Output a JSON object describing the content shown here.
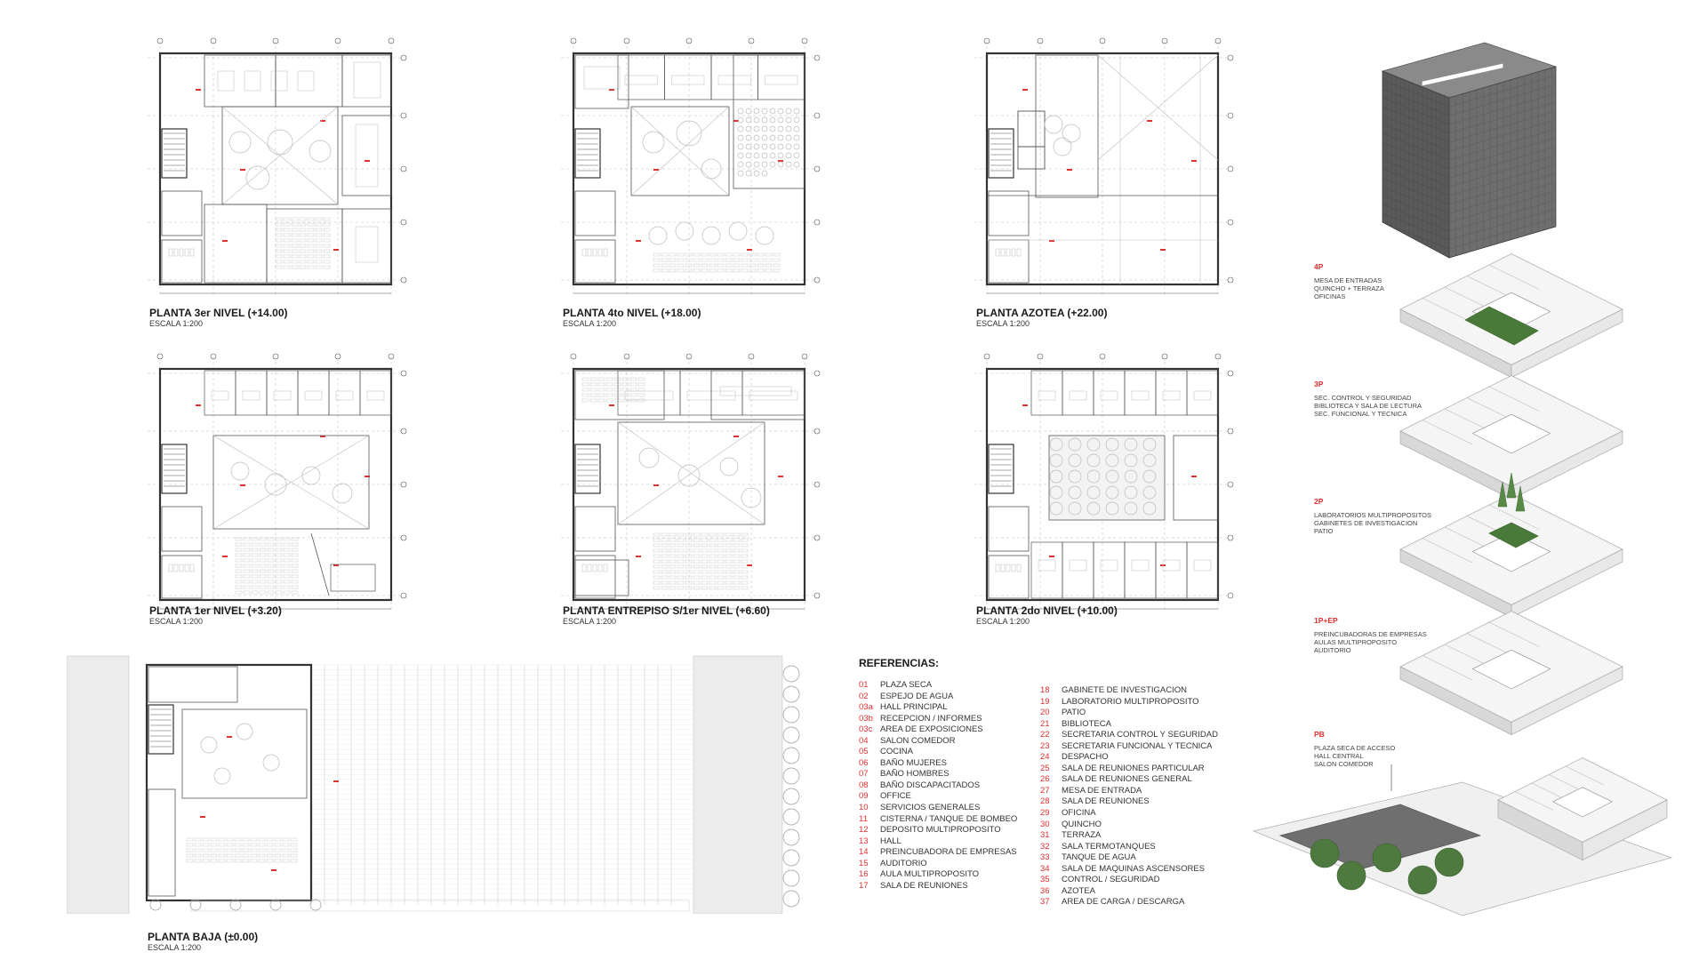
{
  "plans": [
    {
      "id": "p3",
      "title": "PLANTA 3er NIVEL (+14.00)",
      "scale": "ESCALA 1:200"
    },
    {
      "id": "p4",
      "title": "PLANTA 4to NIVEL (+18.00)",
      "scale": "ESCALA 1:200"
    },
    {
      "id": "pa",
      "title": "PLANTA AZOTEA (+22.00)",
      "scale": "ESCALA 1:200"
    },
    {
      "id": "p1",
      "title": "PLANTA 1er NIVEL (+3.20)",
      "scale": "ESCALA 1:200"
    },
    {
      "id": "pe",
      "title": "PLANTA ENTREPISO S/1er NIVEL (+6.60)",
      "scale": "ESCALA 1:200"
    },
    {
      "id": "p2",
      "title": "PLANTA 2do NIVEL (+10.00)",
      "scale": "ESCALA 1:200"
    },
    {
      "id": "pb",
      "title": "PLANTA BAJA (±0.00)",
      "scale": "ESCALA 1:200"
    }
  ],
  "references": {
    "title": "REFERENCIAS:",
    "col1": [
      {
        "num": "01",
        "label": "PLAZA SECA"
      },
      {
        "num": "02",
        "label": "ESPEJO DE AGUA"
      },
      {
        "num": "03a",
        "label": "HALL PRINCIPAL"
      },
      {
        "num": "03b",
        "label": "RECEPCION / INFORMES"
      },
      {
        "num": "03c",
        "label": "AREA DE EXPOSICIONES"
      },
      {
        "num": "04",
        "label": "SALON COMEDOR"
      },
      {
        "num": "05",
        "label": "COCINA"
      },
      {
        "num": "06",
        "label": "BAÑO MUJERES"
      },
      {
        "num": "07",
        "label": "BAÑO HOMBRES"
      },
      {
        "num": "08",
        "label": "BAÑO DISCAPACITADOS"
      },
      {
        "num": "09",
        "label": "OFFICE"
      },
      {
        "num": "10",
        "label": "SERVICIOS GENERALES"
      },
      {
        "num": "11",
        "label": "CISTERNA / TANQUE DE BOMBEO"
      },
      {
        "num": "12",
        "label": "DEPOSITO MULTIPROPOSITO"
      },
      {
        "num": "13",
        "label": "HALL"
      },
      {
        "num": "14",
        "label": "PREINCUBADORA DE EMPRESAS"
      },
      {
        "num": "15",
        "label": "AUDITORIO"
      },
      {
        "num": "16",
        "label": "AULA MULTIPROPOSITO"
      },
      {
        "num": "17",
        "label": "SALA DE REUNIONES"
      }
    ],
    "col2": [
      {
        "num": "18",
        "label": "GABINETE DE INVESTIGACION"
      },
      {
        "num": "19",
        "label": "LABORATORIO MULTIPROPOSITO"
      },
      {
        "num": "20",
        "label": "PATIO"
      },
      {
        "num": "21",
        "label": "BIBLIOTECA"
      },
      {
        "num": "22",
        "label": "SECRETARIA CONTROL Y SEGURIDAD"
      },
      {
        "num": "23",
        "label": "SECRETARIA FUNCIONAL Y TECNICA"
      },
      {
        "num": "24",
        "label": "DESPACHO"
      },
      {
        "num": "25",
        "label": "SALA DE REUNIONES PARTICULAR"
      },
      {
        "num": "26",
        "label": "SALA DE REUNIONES GENERAL"
      },
      {
        "num": "27",
        "label": "MESA DE ENTRADA"
      },
      {
        "num": "28",
        "label": "SALA DE REUNIONES"
      },
      {
        "num": "29",
        "label": "OFICINA"
      },
      {
        "num": "30",
        "label": "QUINCHO"
      },
      {
        "num": "31",
        "label": "TERRAZA"
      },
      {
        "num": "32",
        "label": "SALA TERMOTANQUES"
      },
      {
        "num": "33",
        "label": "TANQUE DE AGUA"
      },
      {
        "num": "34",
        "label": "SALA DE MAQUINAS ASCENSORES"
      },
      {
        "num": "35",
        "label": "CONTROL / SEGURIDAD"
      },
      {
        "num": "36",
        "label": "AZOTEA"
      },
      {
        "num": "37",
        "label": "AREA DE CARGA / DESCARGA"
      }
    ]
  },
  "axonometric": [
    {
      "code": "4P",
      "lines": [
        "MESA DE ENTRADAS",
        "QUINCHO + TERRAZA",
        "OFICINAS"
      ]
    },
    {
      "code": "3P",
      "lines": [
        "SEC. CONTROL Y SEGURIDAD",
        "BIBLIOTECA Y SALA DE LECTURA",
        "SEC. FUNCIONAL Y TECNICA"
      ]
    },
    {
      "code": "2P",
      "lines": [
        "LABORATORIOS MULTIPROPOSITOS",
        "GABINETES DE INVESTIGACION",
        "PATIO"
      ]
    },
    {
      "code": "1P+EP",
      "lines": [
        "PREINCUBADORAS DE EMPRESAS",
        "AULAS MULTIPROPOSITO",
        "AUDITORIO"
      ]
    },
    {
      "code": "PB",
      "lines": [
        "PLAZA SECA DE ACCESO",
        "HALL CENTRAL",
        "SALON COMEDOR"
      ]
    }
  ],
  "colors": {
    "accent": "#e03030",
    "line": "#555555",
    "light": "#bbbbbb"
  }
}
